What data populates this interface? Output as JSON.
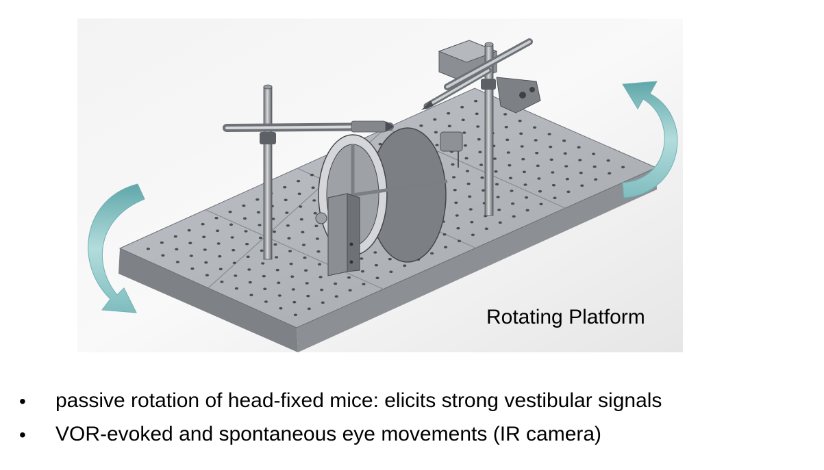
{
  "figure": {
    "caption": "Rotating Platform",
    "arrow_color": "#7fbdbf"
  },
  "bullets": [
    {
      "marker": "•",
      "text": "passive rotation of head-fixed mice: elicits strong vestibular signals"
    },
    {
      "marker": "•",
      "text": "VOR-evoked and spontaneous eye movements (IR camera)"
    }
  ]
}
